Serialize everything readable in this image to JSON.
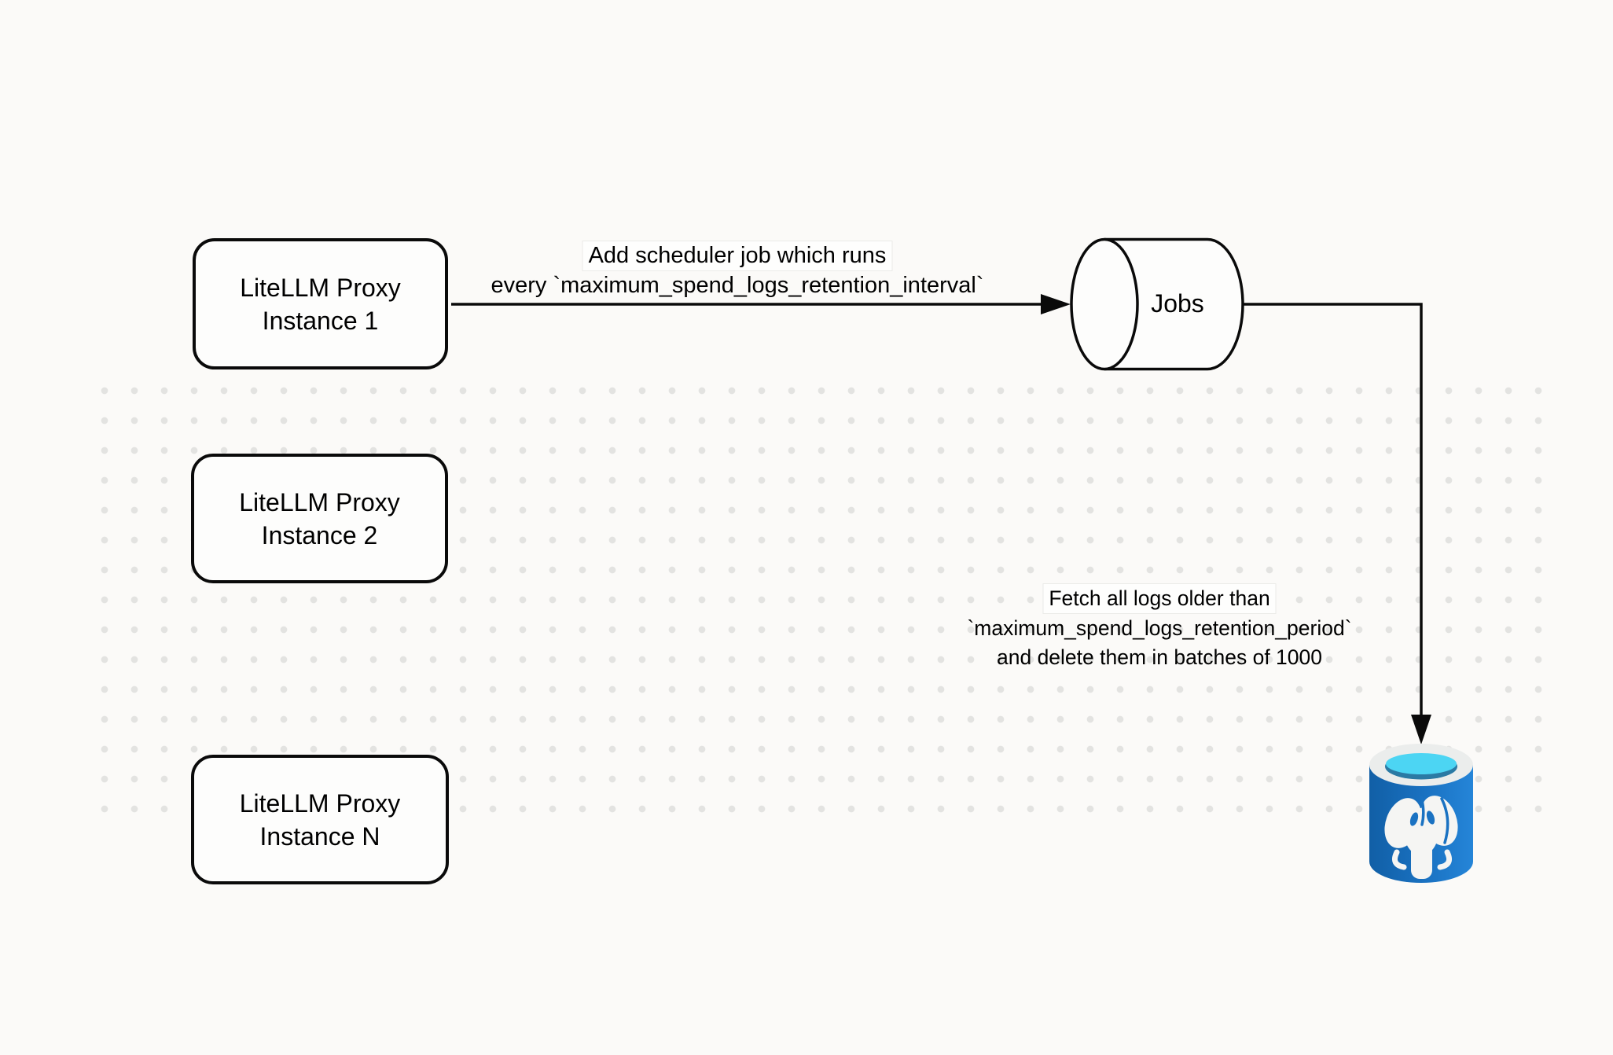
{
  "canvas": {
    "background_color": "#fbfaf8",
    "dot_color": "#e3e3e1",
    "stroke_color": "#000000"
  },
  "nodes": {
    "instance1": {
      "line1": "LiteLLM Proxy",
      "line2": "Instance 1"
    },
    "instance2": {
      "line1": "LiteLLM Proxy",
      "line2": "Instance 2"
    },
    "instanceN": {
      "line1": "LiteLLM Proxy",
      "line2": "Instance N"
    },
    "jobs": {
      "label": "Jobs"
    }
  },
  "edges": {
    "scheduler": {
      "line1": "Add scheduler job which runs",
      "line2": "every `maximum_spend_logs_retention_interval`"
    },
    "fetch_delete": {
      "line1": "Fetch all logs older than",
      "line2": "`maximum_spend_logs_retention_period`",
      "line3": "and delete them in batches of 1000"
    }
  },
  "icons": {
    "postgresql": {
      "name": "postgresql-database-icon",
      "body_color": "#1668b4",
      "body_color_light": "#2585d8",
      "rim_color": "#ebedec",
      "water_color": "#4cd5f3",
      "water_shadow_color": "#2b7aa4",
      "elephant_color": "#f5f5f3"
    }
  }
}
